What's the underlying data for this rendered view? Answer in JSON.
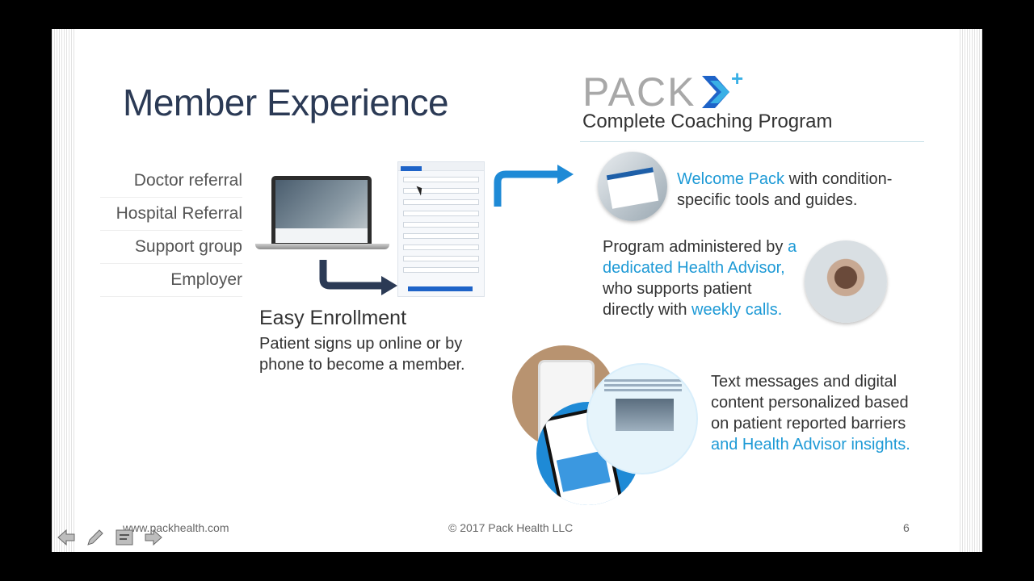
{
  "slide": {
    "title": "Member Experience",
    "sources": [
      "Doctor referral",
      "Hospital Referral",
      "Support group",
      "Employer"
    ],
    "enrollment": {
      "title": "Easy Enrollment",
      "description": "Patient signs up online or by phone to become a member."
    },
    "logo": {
      "word": "PACK",
      "plus": "+"
    },
    "subtitle": "Complete Coaching Program",
    "welcome": {
      "highlight": "Welcome Pack",
      "text": " with condition-specific tools and guides."
    },
    "program": {
      "t1": "Program administered by ",
      "h1": "a dedicated Health Advisor,",
      "t2": " who supports patient directly with ",
      "h2": "weekly calls."
    },
    "messages": {
      "text": "Text messages and digital content personalized based on patient reported barriers ",
      "highlight": "and Health Advisor insights."
    },
    "footer": {
      "url": "www.packhealth.com",
      "copyright": "© 2017 Pack Health LLC",
      "page": "6"
    }
  },
  "colors": {
    "accent": "#1e9ad6",
    "title": "#2b3a55",
    "arrow": "#1e8ad6",
    "arrow_dark": "#2b3a55"
  },
  "nav": {
    "icons": [
      "arrow-left-icon",
      "pen-icon",
      "notes-icon",
      "arrow-right-icon"
    ]
  }
}
